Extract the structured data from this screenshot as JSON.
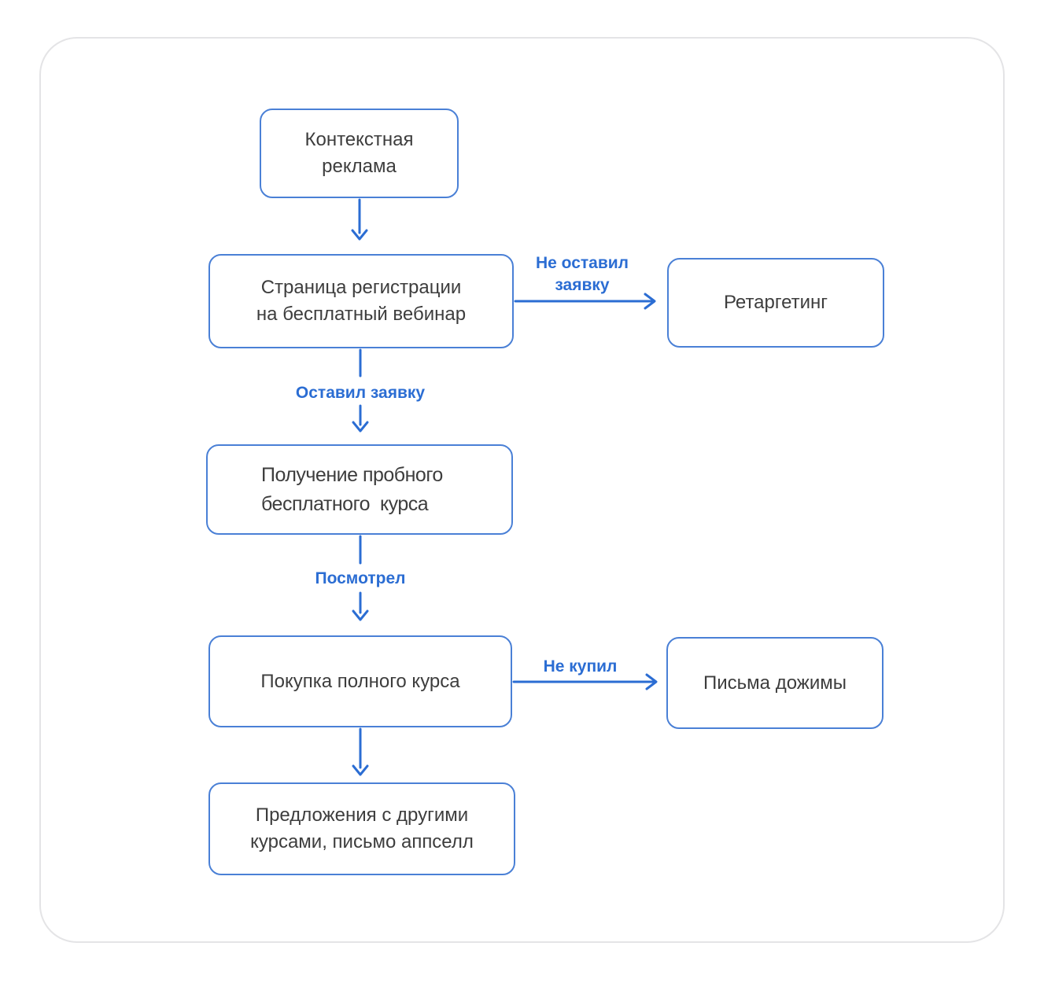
{
  "diagram": {
    "nodes": {
      "contextual_ads": {
        "label": "Контекстная\nреклама"
      },
      "registration_page": {
        "label": "Страница регистрации\nна бесплатный вебинар"
      },
      "retargeting": {
        "label": "Ретаргетинг"
      },
      "trial_course": {
        "label": "Получение пробного\nбесплатного  курса"
      },
      "purchase": {
        "label": "Покупка полного курса"
      },
      "followup_letters": {
        "label": "Письма дожимы"
      },
      "upsell": {
        "label": "Предложения с другими\nкурсами, письмо аппселл"
      }
    },
    "edge_labels": {
      "no_request": "Не оставил\nзаявку",
      "left_request": "Оставил заявку",
      "watched": "Посмотрел",
      "not_bought": "Не купил"
    },
    "colors": {
      "node_border": "#4a80d6",
      "arrow": "#2b6dd3",
      "edge_label_text": "#2b6dd3",
      "node_text": "#3d3d3d",
      "card_border": "#e4e4e6",
      "background": "#ffffff"
    }
  }
}
